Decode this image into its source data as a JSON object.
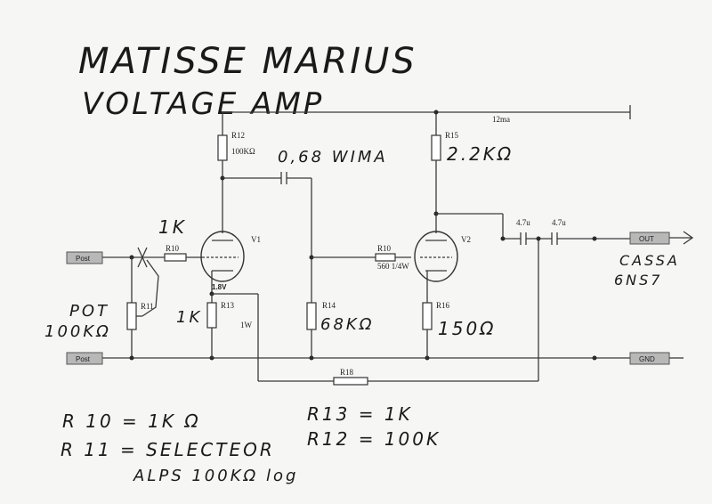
{
  "title": {
    "line1": "MATISSE MARIUS",
    "line2": "VOLTAGE AMP"
  },
  "supply_label": "12ma",
  "ports": {
    "in_top": "Post",
    "in_bottom": "Post",
    "out": "OUT",
    "gnd": "GND"
  },
  "tubes": {
    "v1": "V1",
    "v2": "V2"
  },
  "components": {
    "r12": {
      "label": "R12",
      "value": "100KΩ"
    },
    "r15": {
      "label": "R15"
    },
    "r10a": {
      "label": "R10"
    },
    "r11": {
      "label": "R11"
    },
    "r13": {
      "label": "R13",
      "note": "1W"
    },
    "r14": {
      "label": "R14"
    },
    "r10b": {
      "label": "R10",
      "value": "560 1/4W"
    },
    "r16": {
      "label": "R16"
    },
    "r18": {
      "label": "R18"
    },
    "c1": {
      "label": "4.7u"
    },
    "c2": {
      "label": "4.7u"
    },
    "cathode_v": "1.8V"
  },
  "handwritten": {
    "r10_val": "1K",
    "r12_cap": "0,68 WIMA",
    "r15_val": "2.2KΩ",
    "pot": "POT",
    "pot_val": "100KΩ",
    "r13_val": "1K",
    "r14_val": "68KΩ",
    "r16_val": "150Ω",
    "out_note1": "CASSA",
    "out_note2": "6NS7",
    "note1": "R 10 = 1K Ω",
    "note2": "R 11 = SELECTEOR",
    "note3": "ALPS 100KΩ log",
    "note4": "R13 = 1K",
    "note5": "R12 = 100K"
  }
}
